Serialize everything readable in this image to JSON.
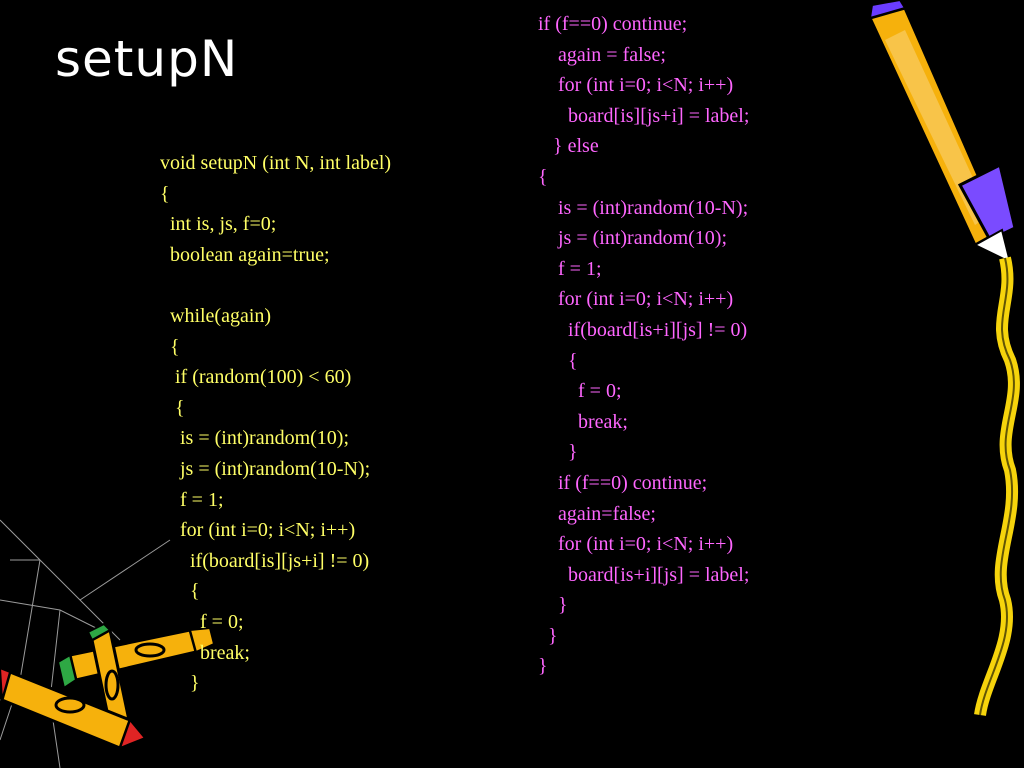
{
  "slide": {
    "title": "setupN",
    "colors": {
      "background": "#000000",
      "title": "#ffffff",
      "left_code": "#ffff66",
      "right_code": "#ff66ff"
    },
    "decorations": [
      "pencil-icon",
      "crayon-icon",
      "crack-lines"
    ]
  },
  "code_left": {
    "lines": [
      "void setupN (int N, int label)",
      "{",
      "  int is, js, f=0;",
      "  boolean again=true;",
      "",
      "  while(again)",
      "  {",
      "   if (random(100) < 60)",
      "   {",
      "    is = (int)random(10);",
      "    js = (int)random(10-N);",
      "    f = 1;",
      "    for (int i=0; i<N; i++)",
      "      if(board[is][js+i] != 0)",
      "      {",
      "        f = 0;",
      "        break;",
      "      }"
    ]
  },
  "code_right": {
    "lines": [
      "if (f==0) continue;",
      "    again = false;",
      "    for (int i=0; i<N; i++)",
      "      board[is][js+i] = label;",
      "   } else",
      "{",
      "    is = (int)random(10-N);",
      "    js = (int)random(10);",
      "    f = 1;",
      "    for (int i=0; i<N; i++)",
      "      if(board[is+i][js] != 0)",
      "      {",
      "        f = 0;",
      "        break;",
      "      }",
      "    if (f==0) continue;",
      "    again=false;",
      "    for (int i=0; i<N; i++)",
      "      board[is+i][js] = label;",
      "    }",
      "  }",
      "}"
    ]
  }
}
